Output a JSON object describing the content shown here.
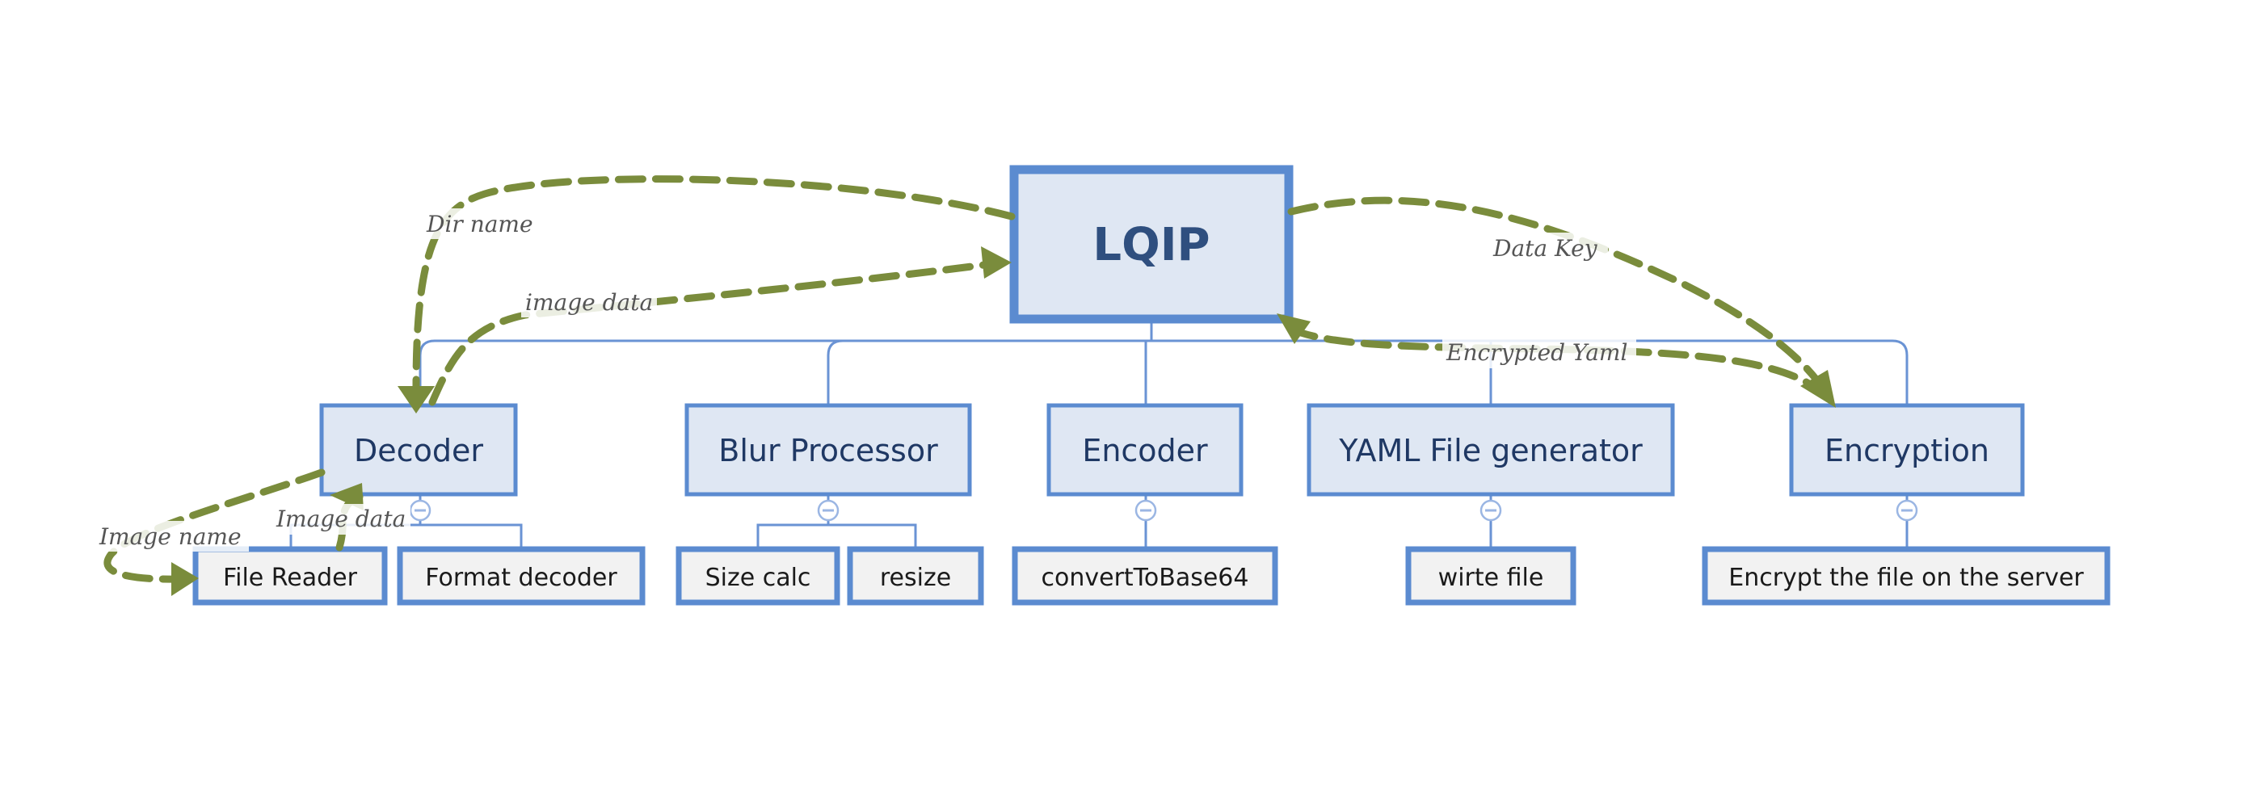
{
  "root": {
    "label": "LQIP"
  },
  "modules": [
    {
      "label": "Decoder",
      "children": [
        "File Reader",
        "Format decoder"
      ]
    },
    {
      "label": "Blur Processor",
      "children": [
        "Size calc",
        "resize"
      ]
    },
    {
      "label": "Encoder",
      "children": [
        "convertToBase64"
      ]
    },
    {
      "label": "YAML File generator",
      "children": [
        "wirte file"
      ]
    },
    {
      "label": "Encryption",
      "children": [
        "Encrypt the file on the server"
      ]
    }
  ],
  "flows": [
    {
      "label": "Dir name"
    },
    {
      "label": "image data"
    },
    {
      "label": "Data Key"
    },
    {
      "label": "Encrypted Yaml"
    },
    {
      "label": "Image name"
    },
    {
      "label": "Image data"
    }
  ],
  "colors": {
    "box_fill": "#dfe7f3",
    "box_border": "#5b8bd0",
    "leaf_fill": "#f2f2f2",
    "flow_arrow": "#7a8c3c"
  },
  "icons": {
    "collapse": "minus-circle-icon"
  }
}
